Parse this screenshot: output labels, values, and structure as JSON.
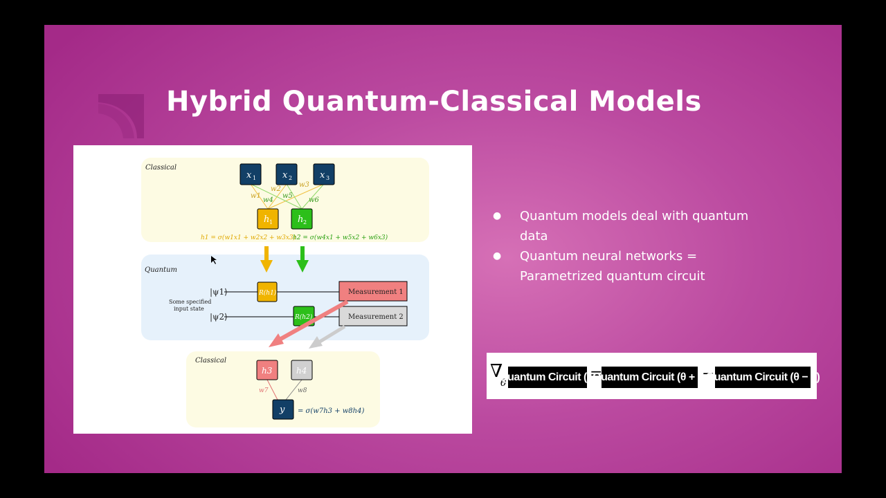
{
  "slide": {
    "title": "Hybrid Quantum-Classical Models",
    "bullets": [
      "Quantum models deal with quantum data",
      "Quantum neural networks = Parametrized quantum circuit"
    ],
    "bullet_symbol": "●"
  },
  "figure": {
    "classical_top_label": "Classical",
    "quantum_label": "Quantum",
    "classical_bottom_label": "Classical",
    "inputs": [
      "x",
      "x",
      "x"
    ],
    "input_subscripts": [
      "1",
      "2",
      "3"
    ],
    "weights_top": [
      "w1",
      "w2",
      "w3",
      "w4",
      "w5",
      "w6"
    ],
    "hidden": [
      "h",
      "h"
    ],
    "hidden_subscripts": [
      "1",
      "2"
    ],
    "h1_eq": "h1 = σ(w1x1 + w2x2 + w3x3)",
    "h2_eq": "h2 = σ(w4x1 + w5x2 + w6x3)",
    "psi1": "|ψ1⟩",
    "psi2": "|ψ2⟩",
    "input_state_line1": "Some specified",
    "input_state_line2": "input state",
    "gate1": "R(h1)",
    "gate2": "R(h2)",
    "measurement1": "Measurement 1",
    "measurement2": "Measurement 2",
    "h3": "h3",
    "h4": "h4",
    "w7": "w7",
    "w8": "w8",
    "output": "y",
    "y_eq": "= σ(w7h3 + w8h4)"
  },
  "formula": {
    "nabla": "∇",
    "theta_sub": "θ",
    "term1": "Quantum Circuit (θ)",
    "equals": "=",
    "term2": "Quantum Circuit (θ + s)",
    "minus": "−",
    "term3": "Quantum Circuit (θ − s)"
  },
  "colors": {
    "slide_bg": "#bb4aa0",
    "node_blue": "#123f66",
    "node_yellow": "#f0b400",
    "node_green": "#2cbf1a",
    "node_red": "#f08080",
    "node_gray": "#d0d0d0",
    "classical_bg": "#fdfbe3",
    "quantum_bg": "#e6f1fb"
  }
}
